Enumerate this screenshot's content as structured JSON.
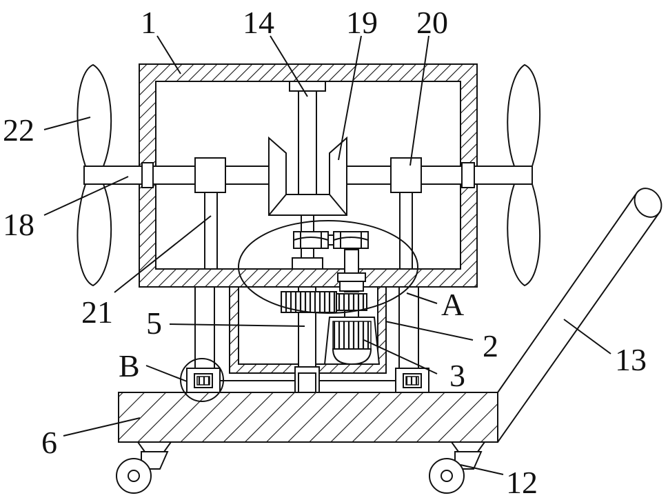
{
  "labels": [
    {
      "id": "1",
      "text": "1"
    },
    {
      "id": "14",
      "text": "14"
    },
    {
      "id": "19",
      "text": "19"
    },
    {
      "id": "20",
      "text": "20"
    },
    {
      "id": "22",
      "text": "22"
    },
    {
      "id": "18",
      "text": "18"
    },
    {
      "id": "21",
      "text": "21"
    },
    {
      "id": "A",
      "text": "A"
    },
    {
      "id": "5",
      "text": "5"
    },
    {
      "id": "2",
      "text": "2"
    },
    {
      "id": "B",
      "text": "B"
    },
    {
      "id": "3",
      "text": "3"
    },
    {
      "id": "13",
      "text": "13"
    },
    {
      "id": "6",
      "text": "6"
    },
    {
      "id": "12",
      "text": "12"
    }
  ]
}
